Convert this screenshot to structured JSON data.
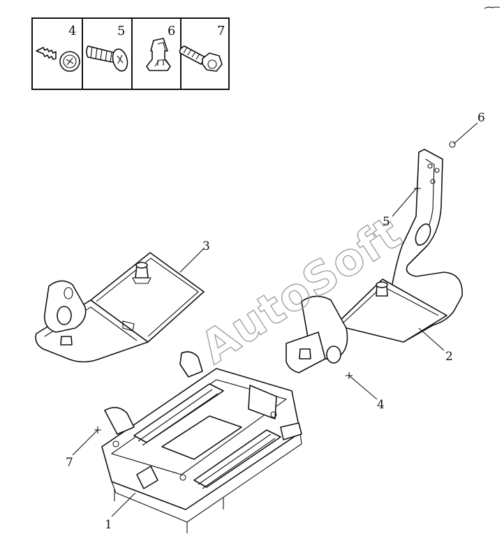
{
  "legend": {
    "items": [
      {
        "number": "4",
        "icon": "self-tapping-screw-icon"
      },
      {
        "number": "5",
        "icon": "pan-head-screw-icon"
      },
      {
        "number": "6",
        "icon": "clip-icon"
      },
      {
        "number": "7",
        "icon": "flange-bolt-icon"
      }
    ]
  },
  "callouts": {
    "c1": "1",
    "c2": "2",
    "c3": "3",
    "c4": "4",
    "c5": "5",
    "c6": "6",
    "c7": "7"
  },
  "watermark": "AutoSoft",
  "colors": {
    "line": "#111111",
    "watermark": "#9a9a9a",
    "background": "#ffffff"
  }
}
